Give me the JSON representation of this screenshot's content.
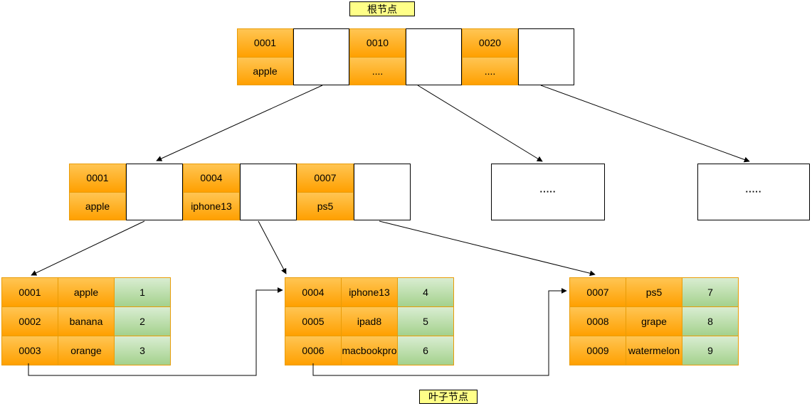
{
  "labels": {
    "root": "根节点",
    "leaf": "叶子节点"
  },
  "root_node": {
    "entries": [
      {
        "key": "0001",
        "value": "apple"
      },
      {
        "key": "0010",
        "value": "...."
      },
      {
        "key": "0020",
        "value": "...."
      }
    ]
  },
  "internal_node": {
    "entries": [
      {
        "key": "0001",
        "value": "apple"
      },
      {
        "key": "0004",
        "value": "iphone13"
      },
      {
        "key": "0007",
        "value": "ps5"
      }
    ]
  },
  "collapsed_nodes": [
    {
      "text": "....."
    },
    {
      "text": "....."
    }
  ],
  "leaf_nodes": [
    {
      "rows": [
        {
          "id": "0001",
          "name": "apple",
          "num": "1"
        },
        {
          "id": "0002",
          "name": "banana",
          "num": "2"
        },
        {
          "id": "0003",
          "name": "orange",
          "num": "3"
        }
      ]
    },
    {
      "rows": [
        {
          "id": "0004",
          "name": "iphone13",
          "num": "4"
        },
        {
          "id": "0005",
          "name": "ipad8",
          "num": "5"
        },
        {
          "id": "0006",
          "name": "macbookpro",
          "num": "6"
        }
      ]
    },
    {
      "rows": [
        {
          "id": "0007",
          "name": "ps5",
          "num": "7"
        },
        {
          "id": "0008",
          "name": "grape",
          "num": "8"
        },
        {
          "id": "0009",
          "name": "watermelon",
          "num": "9"
        }
      ]
    }
  ],
  "colors": {
    "orange_top": "#ffc553",
    "orange_bottom": "#ffa000",
    "orange_border": "#e99c07",
    "green_top": "#d9edd2",
    "green_bottom": "#a4d18c",
    "label_bg": "#ffff88"
  }
}
